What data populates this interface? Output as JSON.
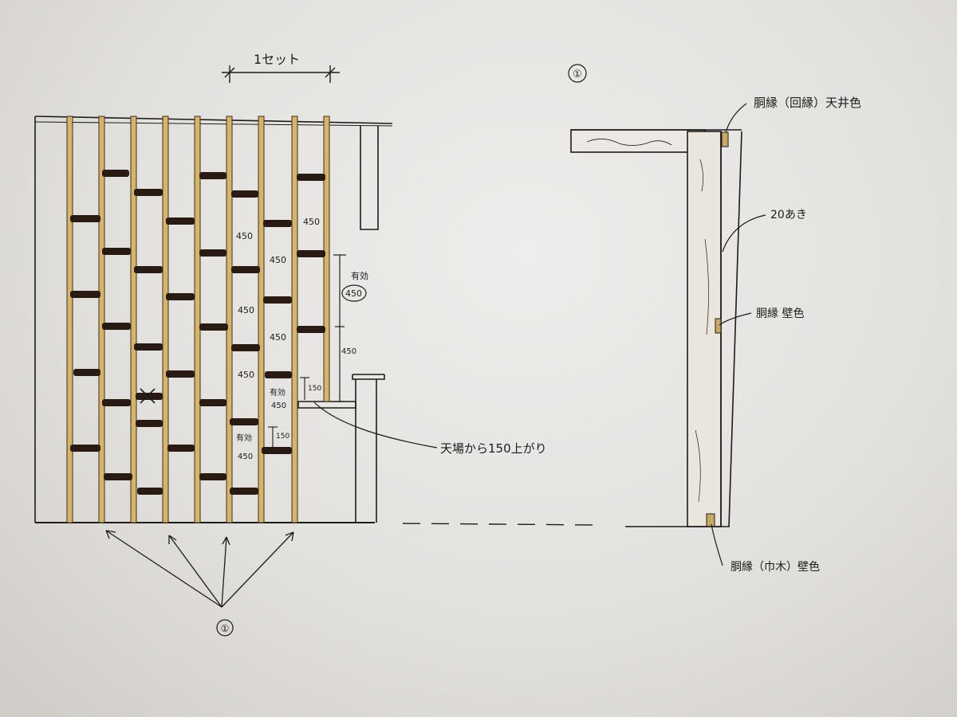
{
  "elevation": {
    "set_label": "1セット",
    "spacing_labels": [
      "450",
      "450",
      "450",
      "450",
      "450"
    ],
    "effective_label": "有効",
    "effective_value_circled": "450",
    "right_dim_value": "450",
    "small_dim_1": "150",
    "small_dim_2": "150",
    "inner_effective_1": "有効",
    "inner_effective_1_value": "450",
    "inner_effective_2": "有効",
    "inner_effective_2_value": "450",
    "counter_note": "天場から150上がり",
    "reference_mark": "①"
  },
  "section": {
    "reference_mark": "①",
    "label_top": "胴縁（回縁）天井色",
    "label_thickness": "20あき",
    "label_mid": "胴縁 壁色",
    "label_bottom": "胴縁（巾木）壁色"
  },
  "colors": {
    "paper": "#e6e4e1",
    "ink": "#1d1c1b",
    "batten_wood": "#d6b46a",
    "peg": "#2a1a14"
  }
}
